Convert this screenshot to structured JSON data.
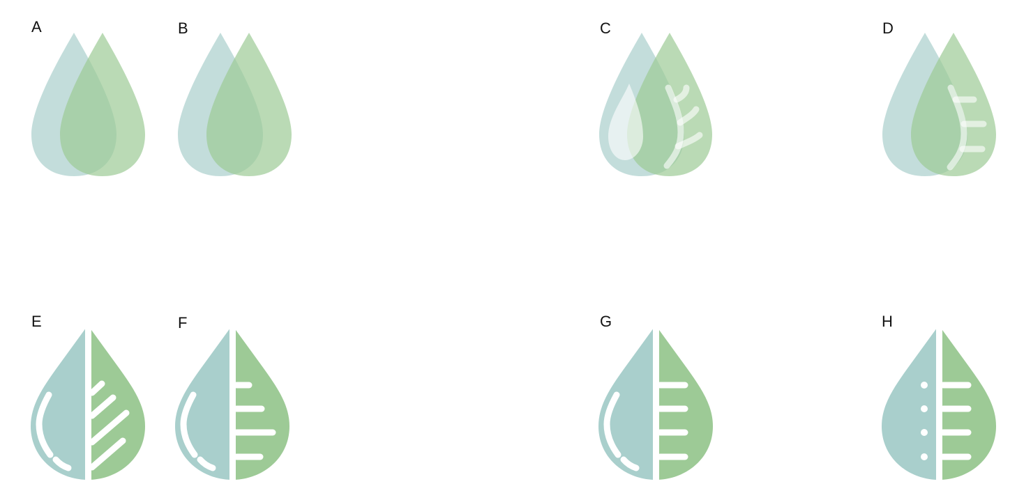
{
  "colors": {
    "background": "#ffffff",
    "blue_drop": "#a9cfcc",
    "green_drop": "#9dca96",
    "overlap_teal": "#9ed3c0",
    "highlight": "#ffffff",
    "label_text": "#111111"
  },
  "variants": [
    {
      "label": "A",
      "icon": "overlapping-drops-icon"
    },
    {
      "label": "B",
      "icon": "overlapping-drops-teal-overlap-icon"
    },
    {
      "label": "C",
      "icon": "overlapping-drops-leaf-branch-icon"
    },
    {
      "label": "D",
      "icon": "overlapping-drops-leaf-vein-icon"
    },
    {
      "label": "E",
      "icon": "split-drop-diagonal-veins-icon"
    },
    {
      "label": "F",
      "icon": "split-drop-varied-veins-icon"
    },
    {
      "label": "G",
      "icon": "split-drop-even-veins-icon"
    },
    {
      "label": "H",
      "icon": "split-drop-dots-veins-icon"
    }
  ]
}
